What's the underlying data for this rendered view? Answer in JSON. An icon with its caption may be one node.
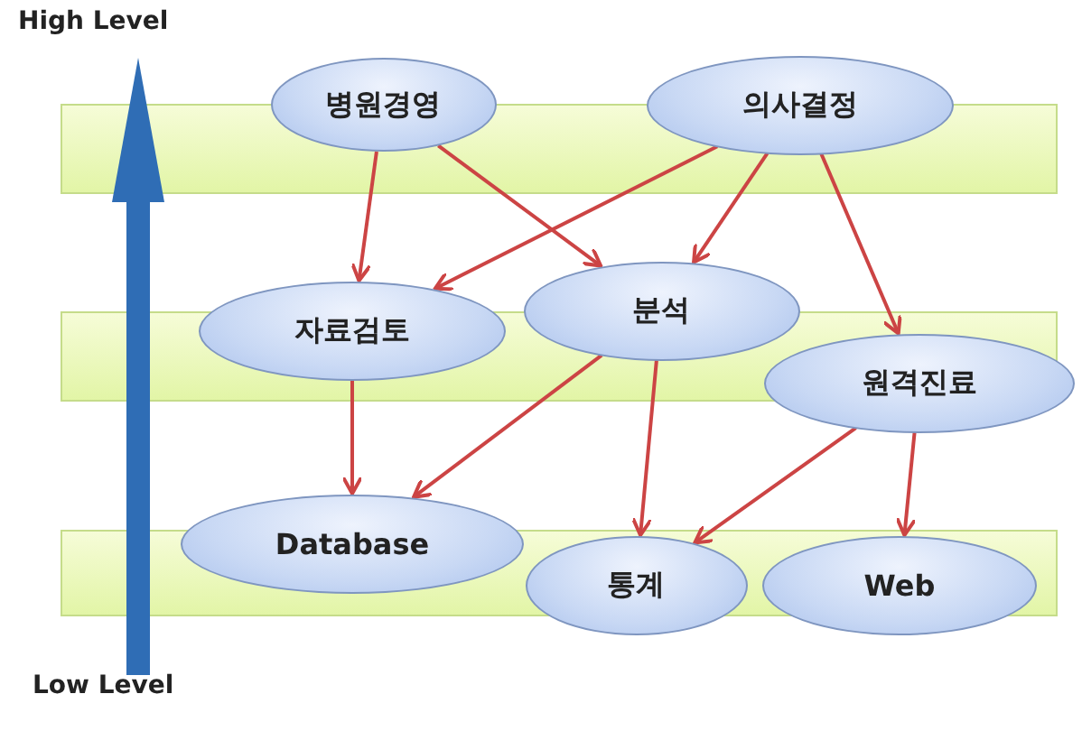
{
  "diagram": {
    "nodes": [
      {
        "text": [
          "병원경영"
        ]
      },
      {
        "text": [
          "의사결정"
        ]
      },
      {
        "text": [
          "자료검토"
        ]
      },
      {
        "text": [
          "분석"
        ]
      },
      {
        "text": [
          "원격진료"
        ]
      },
      {
        "text": [
          "Database"
        ]
      },
      {
        "text": [
          "통계"
        ]
      },
      {
        "text": [
          "Web"
        ]
      }
    ],
    "edges": [
      {
        "from": 0,
        "to": 2,
        "arrow": "to"
      },
      {
        "from": 0,
        "to": 3,
        "arrow": "to"
      },
      {
        "from": 1,
        "to": 2,
        "arrow": "to"
      },
      {
        "from": 1,
        "to": 3,
        "arrow": "to"
      },
      {
        "from": 1,
        "to": 4,
        "arrow": "to"
      },
      {
        "from": 2,
        "to": 5,
        "arrow": "to"
      },
      {
        "from": 3,
        "to": 5,
        "arrow": "to"
      },
      {
        "from": 3,
        "to": 6,
        "arrow": "to"
      },
      {
        "from": 4,
        "to": 6,
        "arrow": "to"
      },
      {
        "from": 4,
        "to": 7,
        "arrow": "to"
      }
    ],
    "labels": [
      "High Level",
      "Low Level"
    ]
  }
}
